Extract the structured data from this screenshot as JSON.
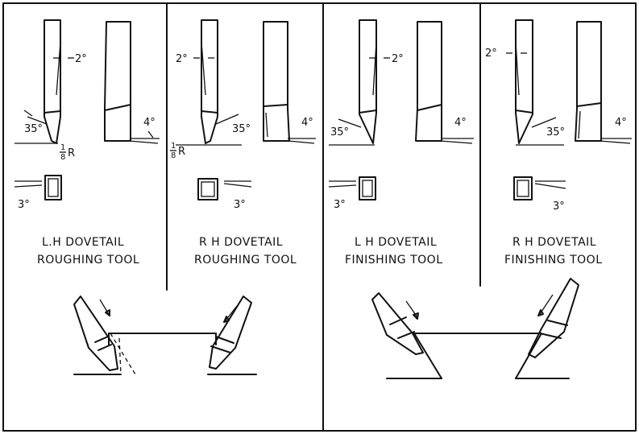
{
  "figure": {
    "tools": [
      {
        "name_line1": "L.H DOVETAIL",
        "name_line2": "ROUGHING TOOL",
        "side_angle": "2°",
        "edge_angle": "35°",
        "nose_radius_num": "1",
        "nose_radius_den": "8",
        "nose_radius_unit": "R",
        "front_angle": "4°",
        "section_angle": "3°"
      },
      {
        "name_line1": "R H DOVETAIL",
        "name_line2": "ROUGHING TOOL",
        "side_angle": "2°",
        "edge_angle": "35°",
        "nose_radius_num": "1",
        "nose_radius_den": "8",
        "nose_radius_unit": "R",
        "front_angle": "4°",
        "section_angle": "3°"
      },
      {
        "name_line1": "L H DOVETAIL",
        "name_line2": "FINISHING TOOL",
        "side_angle": "2°",
        "edge_angle": "35°",
        "front_angle": "4°",
        "section_angle": "3°"
      },
      {
        "name_line1": "R H DOVETAIL",
        "name_line2": "FINISHING TOOL",
        "side_angle": "2°",
        "edge_angle": "35°",
        "front_angle": "4°",
        "section_angle": "3°"
      }
    ]
  }
}
